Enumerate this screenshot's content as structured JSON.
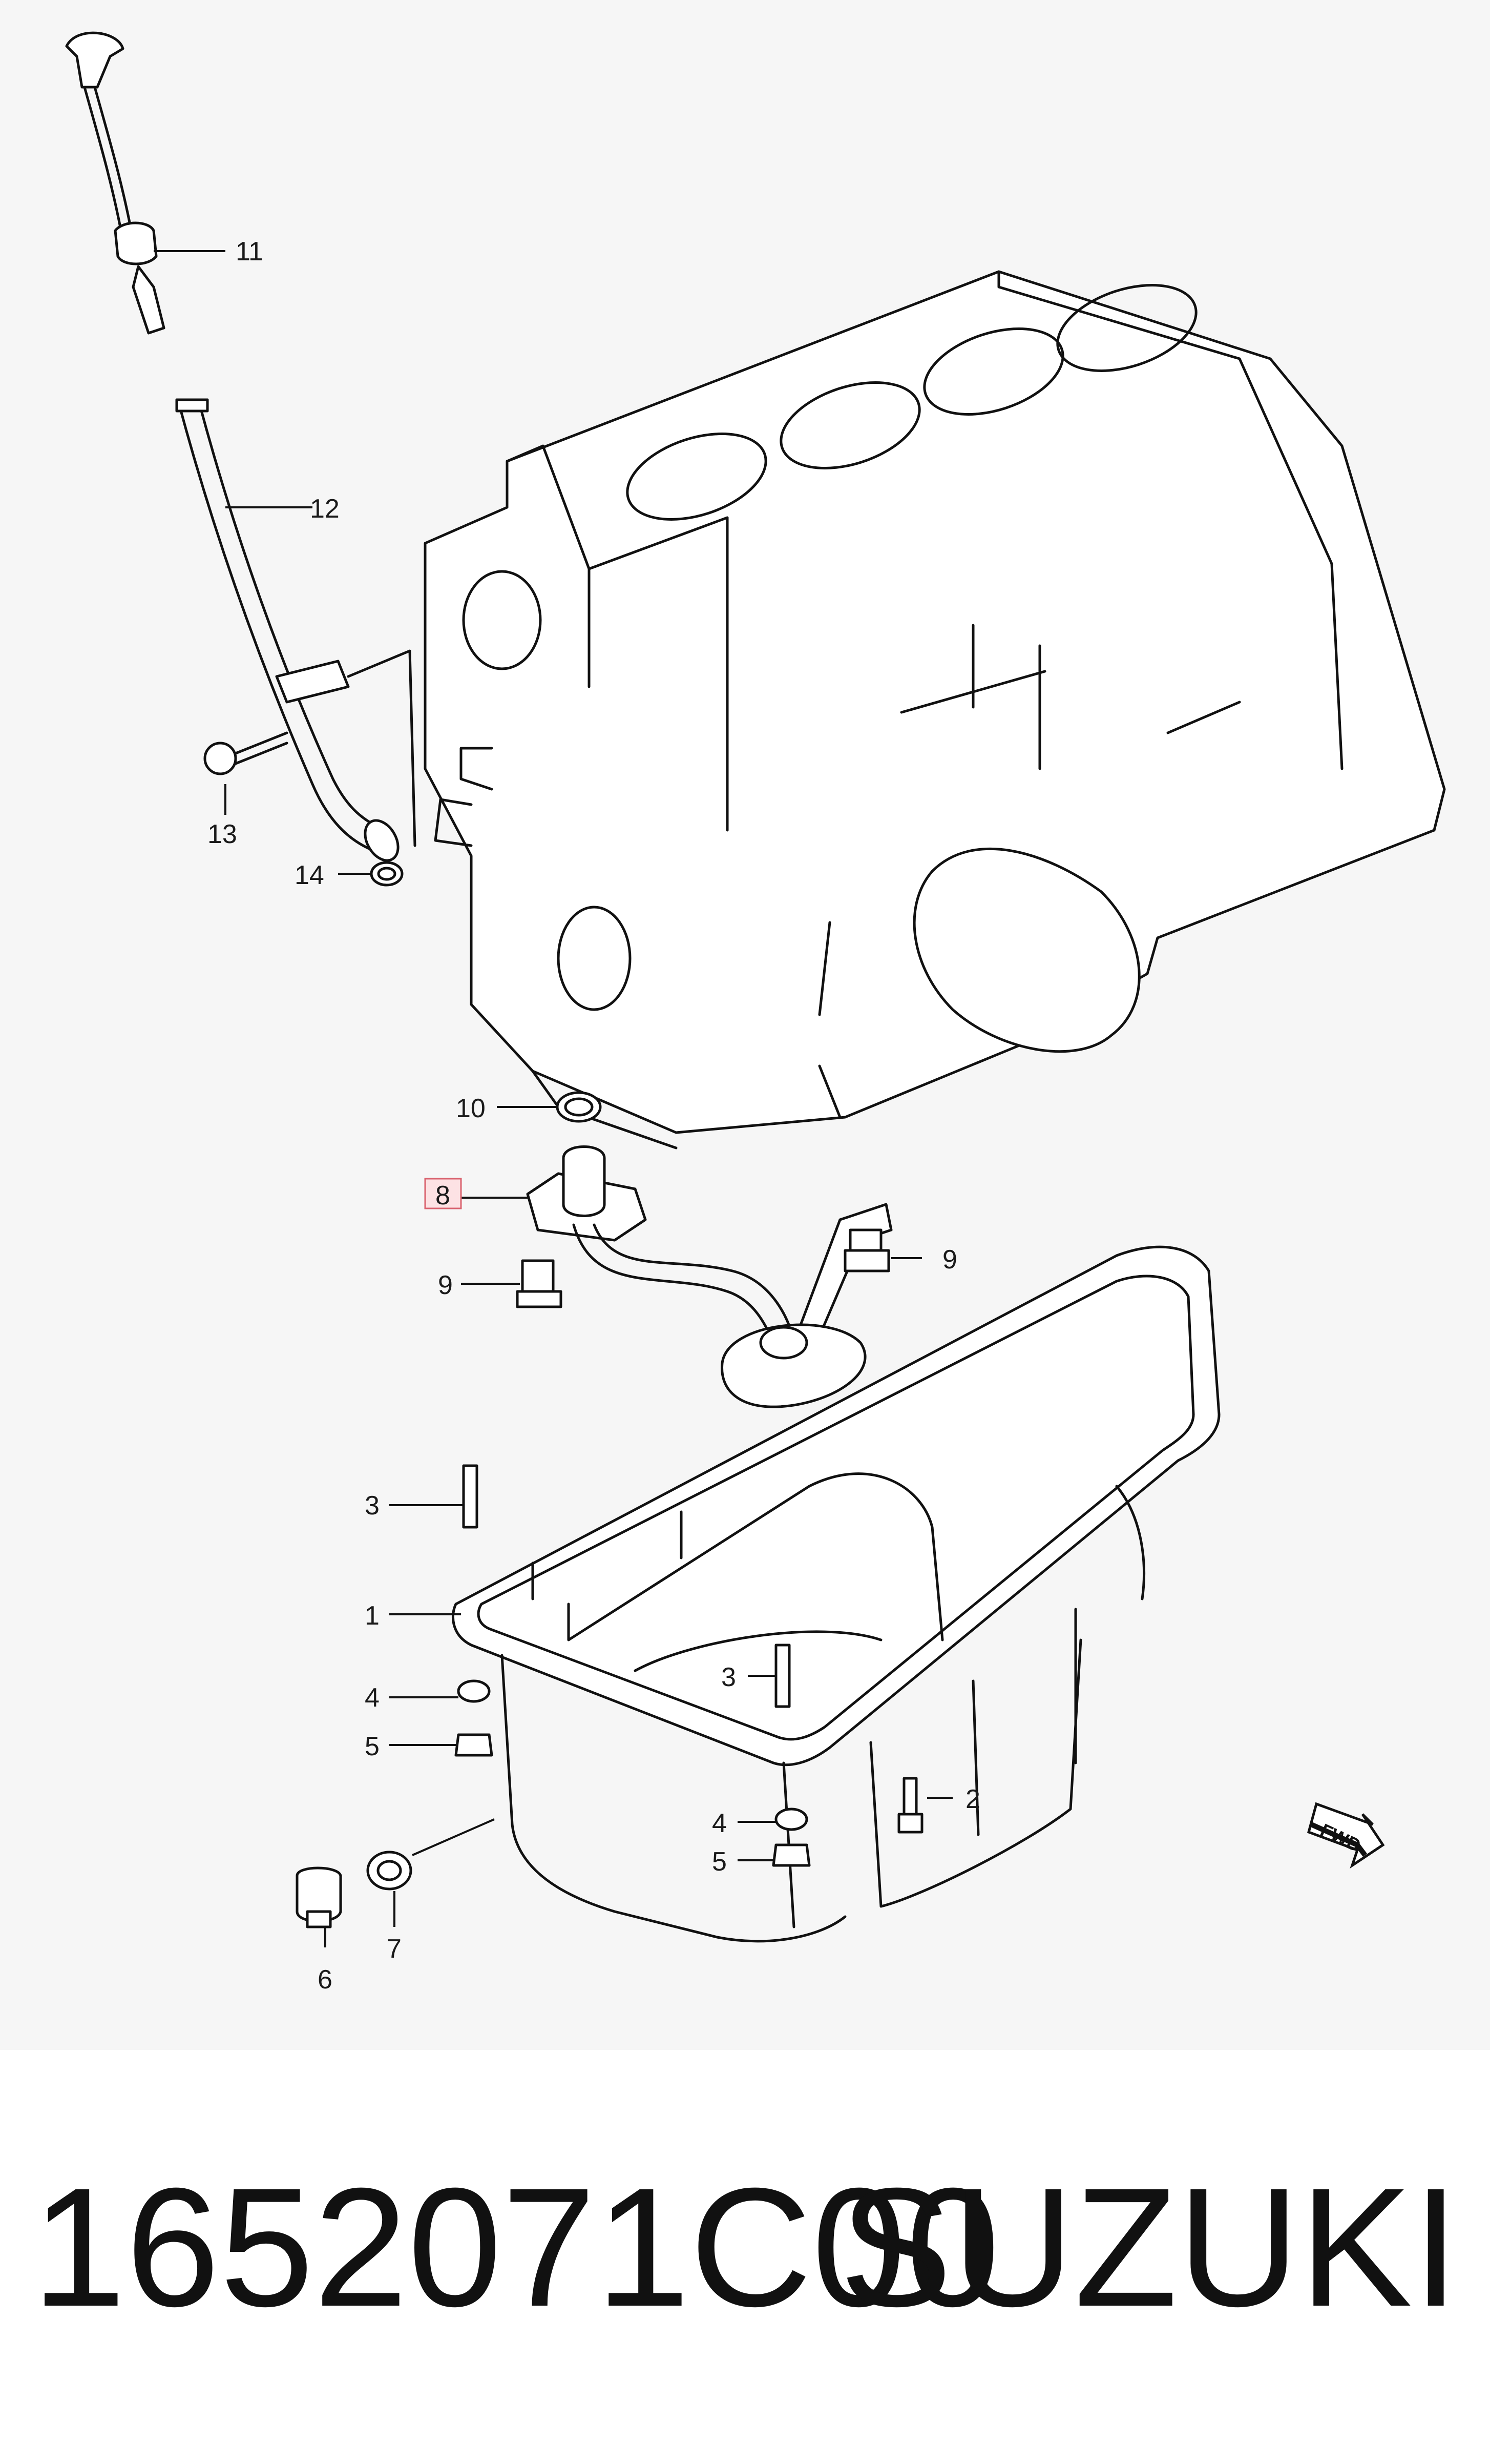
{
  "diagram": {
    "callouts": [
      {
        "id": "callout-11",
        "number": "11"
      },
      {
        "id": "callout-12",
        "number": "12"
      },
      {
        "id": "callout-13",
        "number": "13"
      },
      {
        "id": "callout-14",
        "number": "14"
      },
      {
        "id": "callout-10",
        "number": "10"
      },
      {
        "id": "callout-8",
        "number": "8",
        "highlighted": true
      },
      {
        "id": "callout-9-left",
        "number": "9"
      },
      {
        "id": "callout-9-right",
        "number": "9"
      },
      {
        "id": "callout-3-left",
        "number": "3"
      },
      {
        "id": "callout-1",
        "number": "1"
      },
      {
        "id": "callout-4-left",
        "number": "4"
      },
      {
        "id": "callout-5-left",
        "number": "5"
      },
      {
        "id": "callout-3-center",
        "number": "3"
      },
      {
        "id": "callout-2",
        "number": "2"
      },
      {
        "id": "callout-4-center",
        "number": "4"
      },
      {
        "id": "callout-5-center",
        "number": "5"
      },
      {
        "id": "callout-6",
        "number": "6"
      },
      {
        "id": "callout-7",
        "number": "7"
      }
    ],
    "fwd_label": "FWD",
    "highlight_color": "#d9636f"
  },
  "caption": {
    "part_number": "1652071C00",
    "brand": "SUZUKI"
  }
}
